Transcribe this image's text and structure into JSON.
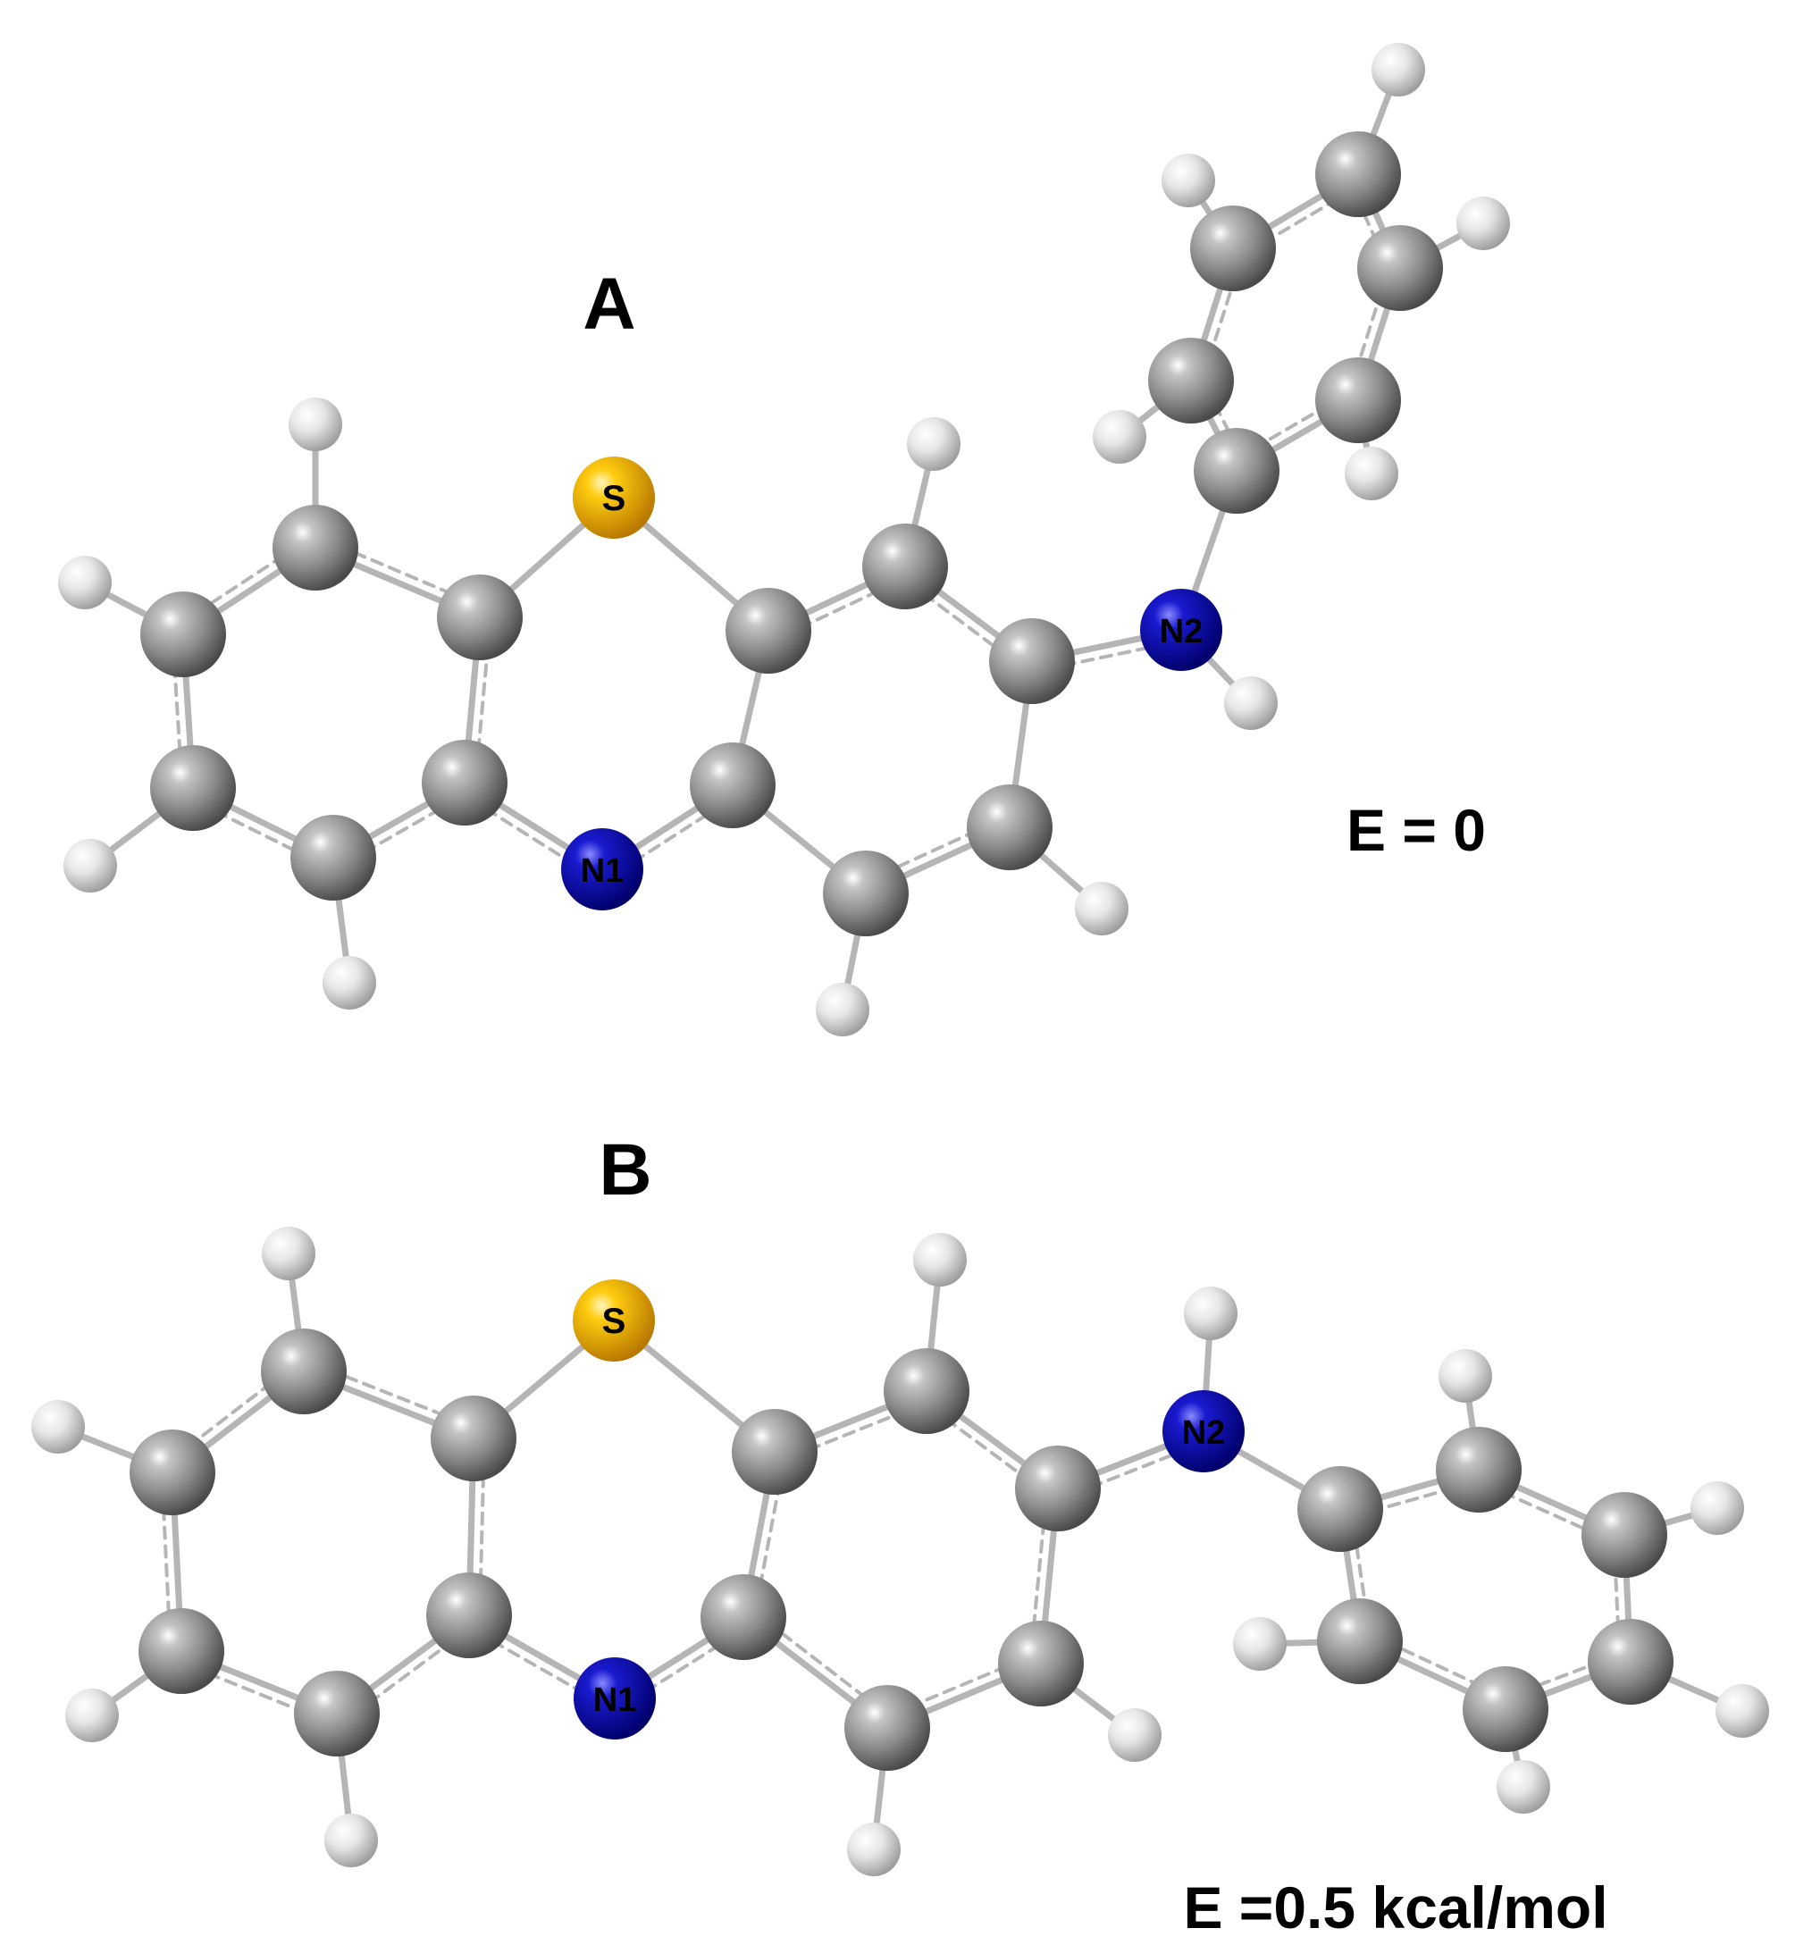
{
  "figure": {
    "panels": [
      {
        "id": "A",
        "label": "A",
        "energy_label": "E = 0",
        "atom_labels": {
          "s": "S",
          "n1": "N1",
          "n2": "N2"
        }
      },
      {
        "id": "B",
        "label": "B",
        "energy_label": "E =0.5 kcal/mol",
        "atom_labels": {
          "s": "S",
          "n1": "N1",
          "n2": "N2"
        }
      }
    ],
    "colors": {
      "carbon": "#8c8c8c",
      "hydrogen": "#e2e2e2",
      "nitrogen": "#1010c0",
      "sulfur": "#f2b400",
      "bond": "#b5b5b5",
      "background": "#ffffff"
    }
  }
}
